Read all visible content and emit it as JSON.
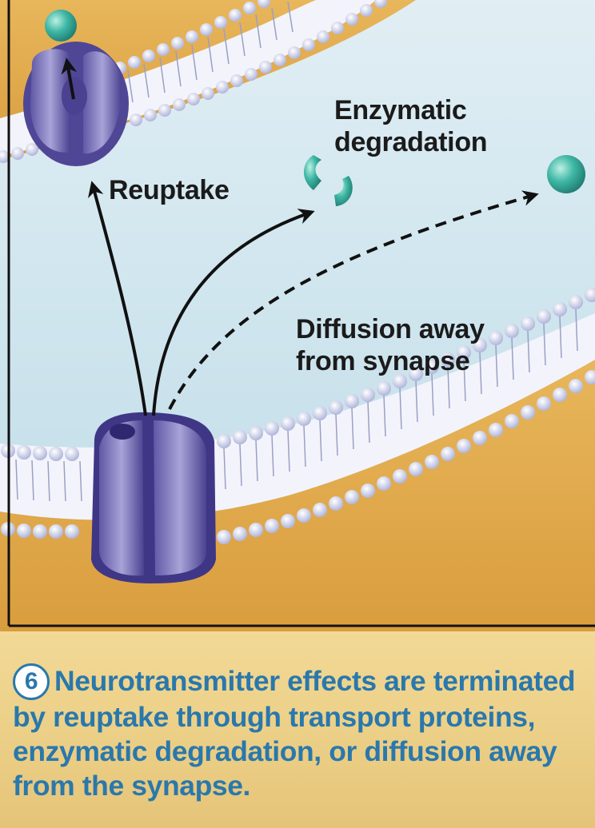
{
  "labels": {
    "reuptake": "Reuptake",
    "enzymatic_line1": "Enzymatic",
    "enzymatic_line2": "degradation",
    "diffusion_line1": "Diffusion away",
    "diffusion_line2": "from synapse"
  },
  "caption": {
    "step_number": "6",
    "text_line1": "Neurotransmitter effects are terminated",
    "text_line2": "by reuptake through transport proteins,",
    "text_line3": "enzymatic degradation, or diffusion away",
    "text_line4": "from the synapse."
  },
  "colors": {
    "cleft": "#cfe4ec",
    "cytoplasm": "#e3ab4e",
    "membrane_head": "#dcdff4",
    "protein": "#8b86c6",
    "neurotransmitter": "#3fb7a5",
    "caption_text": "#2a78ac"
  }
}
